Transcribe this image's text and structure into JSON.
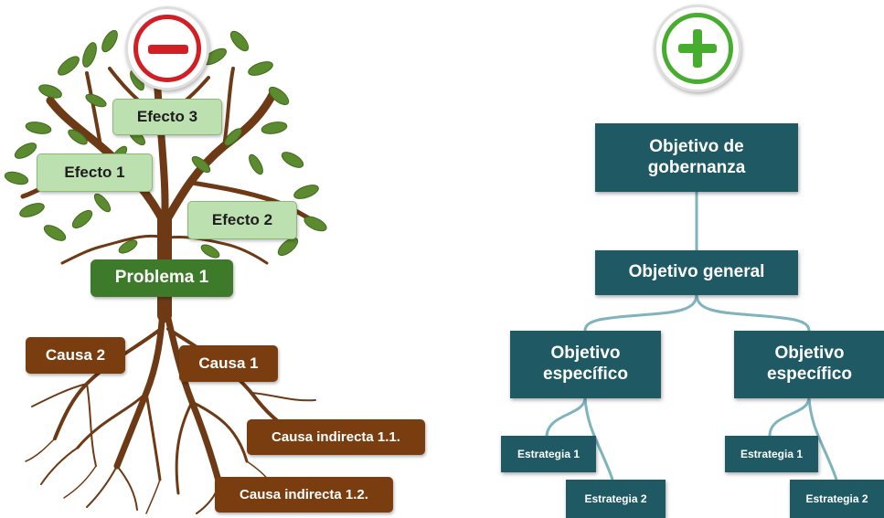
{
  "colors": {
    "effect_fill": "#bde0b1",
    "problem_fill": "#3d7a2a",
    "cause_fill": "#7a3d0f",
    "objective_fill": "#1f5964",
    "minus_red": "#d11f25",
    "plus_green": "#47ad2f"
  },
  "problem_tree": {
    "badge_icon": "minus-icon",
    "effects": [
      "Efecto 3",
      "Efecto 1",
      "Efecto 2"
    ],
    "problem": "Problema 1",
    "causes": [
      "Causa 2",
      "Causa 1"
    ],
    "indirect_causes": [
      "Causa indirecta 1.1.",
      "Causa indirecta 1.2."
    ]
  },
  "objective_tree": {
    "badge_icon": "plus-icon",
    "governance_objective": "Objetivo de gobernanza",
    "general_objective": "Objetivo general",
    "specific_objectives": [
      "Objetivo específico",
      "Objetivo específico"
    ],
    "strategies_left": [
      "Estrategia 1",
      "Estrategia 2"
    ],
    "strategies_right": [
      "Estrategia 1",
      "Estrategia 2"
    ]
  }
}
